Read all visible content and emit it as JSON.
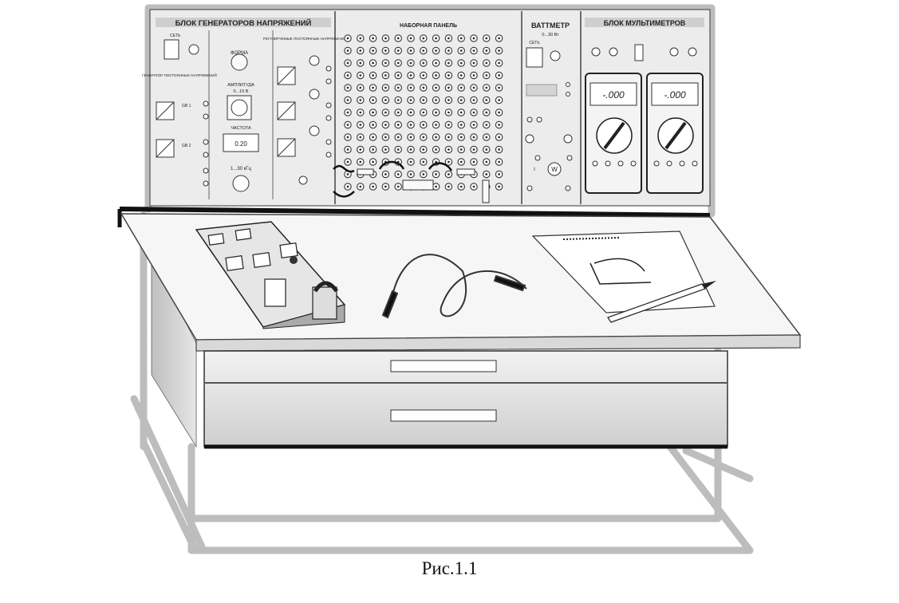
{
  "figure": {
    "caption": "Рис.1.1"
  },
  "panel": {
    "gen_block": {
      "title": "БЛОК ГЕНЕРАТОРОВ НАПРЯЖЕНИЙ",
      "power": "СЕТЬ",
      "shape": "ФОРМА",
      "amplitude": "АМПЛИТУДА",
      "amplitude_range": "0...15 В",
      "frequency": "ЧАСТОТА",
      "frequency_display": "0.20",
      "frequency_range": "1...30 кГц",
      "const_gen": "ГЕНЕРАТОР ПОСТОЯННЫХ НАПРЯЖЕНИЙ",
      "src_1": "GB 1",
      "src_2": "GB 2",
      "reg": "РЕГУЛИРУЕМЫЕ ПОСТОЯННЫЕ НАПРЯЖЕНИЯ"
    },
    "breadboard": {
      "title": "НАБОРНАЯ ПАНЕЛЬ"
    },
    "wattmeter": {
      "title": "ВАТТМЕТР",
      "range": "0...30 Вт",
      "power": "СЕТЬ",
      "i_label": "I",
      "w_label": "W"
    },
    "multimeter_block": {
      "title": "БЛОК МУЛЬТИМЕТРОВ",
      "display_1": "-.000",
      "display_2": "-.000"
    }
  },
  "colors": {
    "panel_bg": "#eaeaea",
    "frame": "#a9a9a9",
    "dark": "#1a1a1a",
    "desk_top": "#f1f1f1",
    "cabinet": "#dcdcdc"
  }
}
